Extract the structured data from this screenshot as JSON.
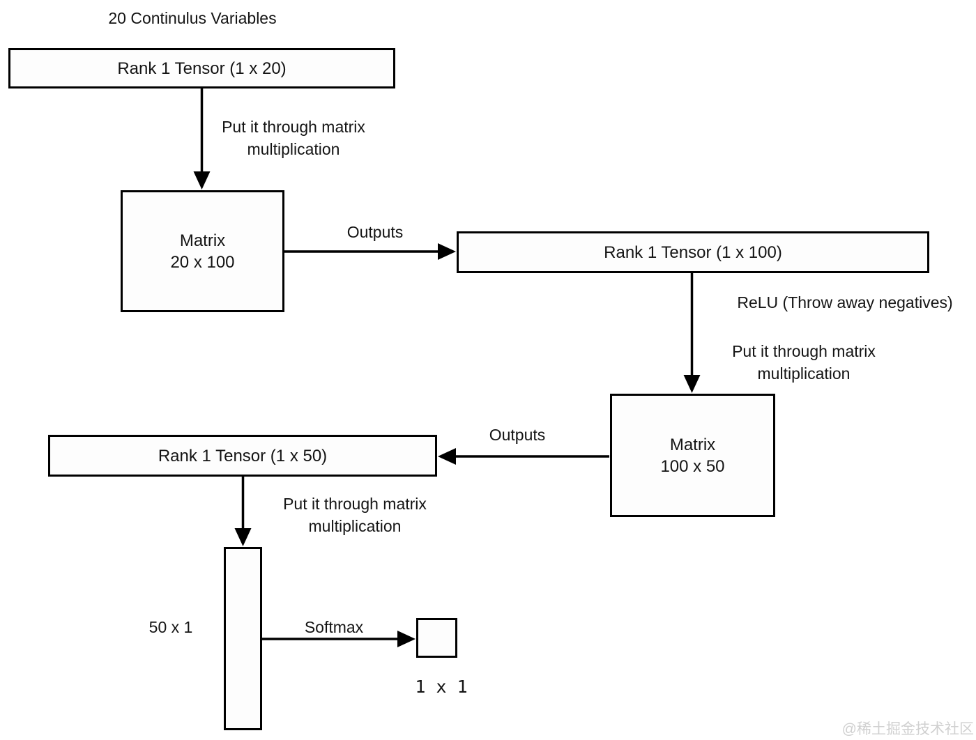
{
  "diagram": {
    "title": "20 Continulus Variables",
    "nodes": {
      "tensor20": {
        "label": "Rank 1 Tensor (1 x 20)"
      },
      "matrix1": {
        "line1": "Matrix",
        "line2": "20 x 100"
      },
      "tensor100": {
        "label": "Rank 1 Tensor (1 x 100)"
      },
      "matrix2": {
        "line1": "Matrix",
        "line2": "100 x 50"
      },
      "tensor50": {
        "label": "Rank 1 Tensor (1 x 50)"
      },
      "vector50": {
        "label": "50 x 1"
      },
      "output1x1": {
        "label": "1 x 1"
      }
    },
    "annotations": {
      "put1": {
        "line1": "Put it through matrix",
        "line2": "multiplication"
      },
      "outputs1": "Outputs",
      "relu": "ReLU (Throw away negatives)",
      "put2": {
        "line1": "Put it through matrix",
        "line2": "multiplication"
      },
      "outputs2": "Outputs",
      "put3": {
        "line1": "Put it through matrix",
        "line2": "multiplication"
      },
      "softmax": "Softmax"
    },
    "colors": {
      "stroke": "#000000",
      "background": "#ffffff",
      "watermark": "#d0d0d0"
    }
  },
  "watermark": "@稀土掘金技术社区"
}
